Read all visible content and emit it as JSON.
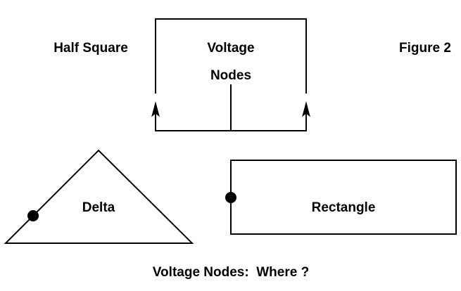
{
  "labels": {
    "half_square": "Half Square",
    "voltage": "Voltage",
    "nodes": "Nodes",
    "figure": "Figure 2",
    "delta": "Delta",
    "rectangle": "Rectangle",
    "caption": "Voltage Nodes:  Where ?"
  },
  "colors": {
    "line": "#000000",
    "background": "#ffffff"
  }
}
